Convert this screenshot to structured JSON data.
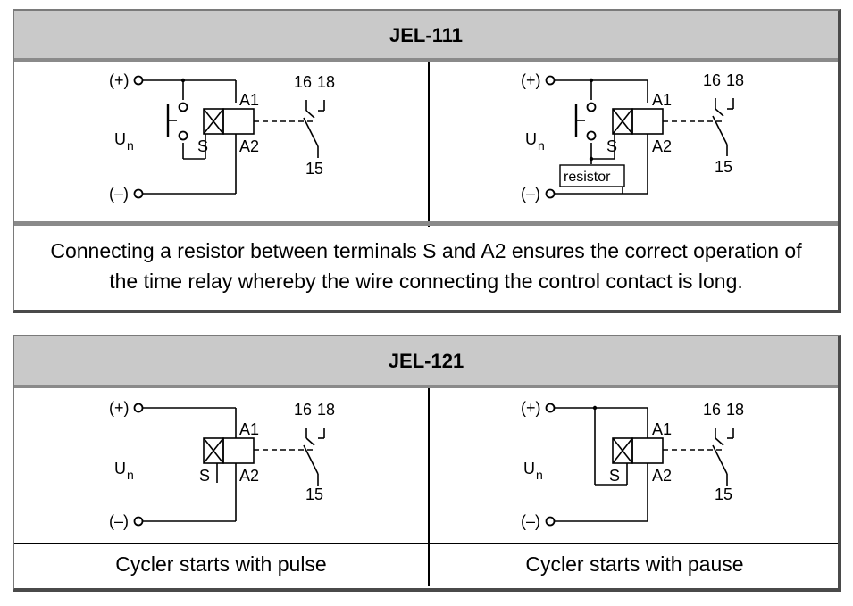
{
  "panels": [
    {
      "title": "JEL-111",
      "note": "Connecting a resistor between terminals S and A2 ensures the correct operation of the time relay whereby the wire connecting the control contact is long.",
      "diagrams": [
        {
          "plus": "(+)",
          "minus": "(–)",
          "un": "U",
          "un_sub": "n",
          "a1": "A1",
          "a2": "A2",
          "s": "S",
          "c16": "16",
          "c18": "18",
          "c15": "15"
        },
        {
          "plus": "(+)",
          "minus": "(–)",
          "un": "U",
          "un_sub": "n",
          "a1": "A1",
          "a2": "A2",
          "s": "S",
          "c16": "16",
          "c18": "18",
          "c15": "15",
          "resistor": "resistor"
        }
      ]
    },
    {
      "title": "JEL-121",
      "diagrams": [
        {
          "plus": "(+)",
          "minus": "(–)",
          "un": "U",
          "un_sub": "n",
          "a1": "A1",
          "a2": "A2",
          "s": "S",
          "c16": "16",
          "c18": "18",
          "c15": "15",
          "caption": "Cycler starts with pulse"
        },
        {
          "plus": "(+)",
          "minus": "(–)",
          "un": "U",
          "un_sub": "n",
          "a1": "A1",
          "a2": "A2",
          "s": "S",
          "c16": "16",
          "c18": "18",
          "c15": "15",
          "caption": "Cycler starts with pause"
        }
      ]
    }
  ]
}
